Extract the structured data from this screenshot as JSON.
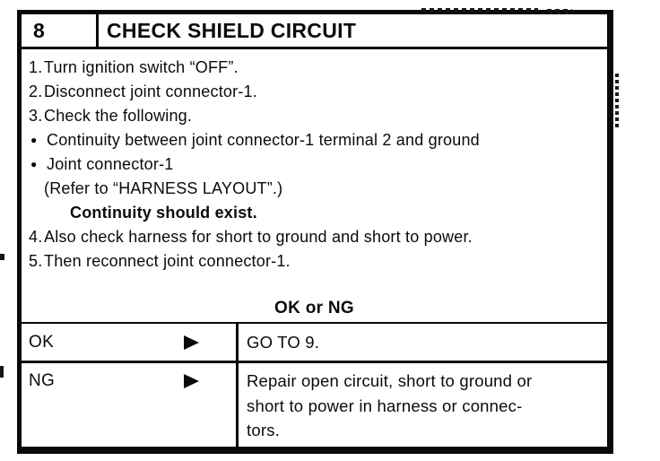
{
  "header": {
    "step_number": "8",
    "title": "CHECK SHIELD CIRCUIT"
  },
  "procedure": {
    "steps": [
      {
        "marker": "1.",
        "text": "Turn ignition switch “OFF”.",
        "type": "numbered"
      },
      {
        "marker": "2.",
        "text": "Disconnect joint connector-1.",
        "type": "numbered"
      },
      {
        "marker": "3.",
        "text": "Check the following.",
        "type": "numbered"
      },
      {
        "marker": "●",
        "text": "Continuity between joint connector-1 terminal 2 and ground",
        "type": "bullet"
      },
      {
        "marker": "●",
        "text": "Joint connector-1",
        "type": "bullet"
      },
      {
        "marker": "",
        "text": "(Refer to “HARNESS LAYOUT”.)",
        "type": "note"
      },
      {
        "marker": "",
        "text": "Continuity should exist.",
        "type": "emphasis"
      },
      {
        "marker": "4.",
        "text": "Also check harness for short to ground and short to power.",
        "type": "numbered"
      },
      {
        "marker": "5.",
        "text": "Then reconnect joint connector-1.",
        "type": "numbered"
      }
    ],
    "verdict_label": "OK or NG"
  },
  "results": [
    {
      "label": "OK",
      "arrow_icon": "arrow-right-icon",
      "action_lines": [
        "GO TO 9."
      ]
    },
    {
      "label": "NG",
      "arrow_icon": "arrow-right-icon",
      "action_lines": [
        "Repair open circuit, short to ground or",
        "short to power in harness or connec-",
        "tors."
      ]
    }
  ],
  "colors": {
    "ink": "#0a0a0a",
    "paper": "#ffffff"
  }
}
